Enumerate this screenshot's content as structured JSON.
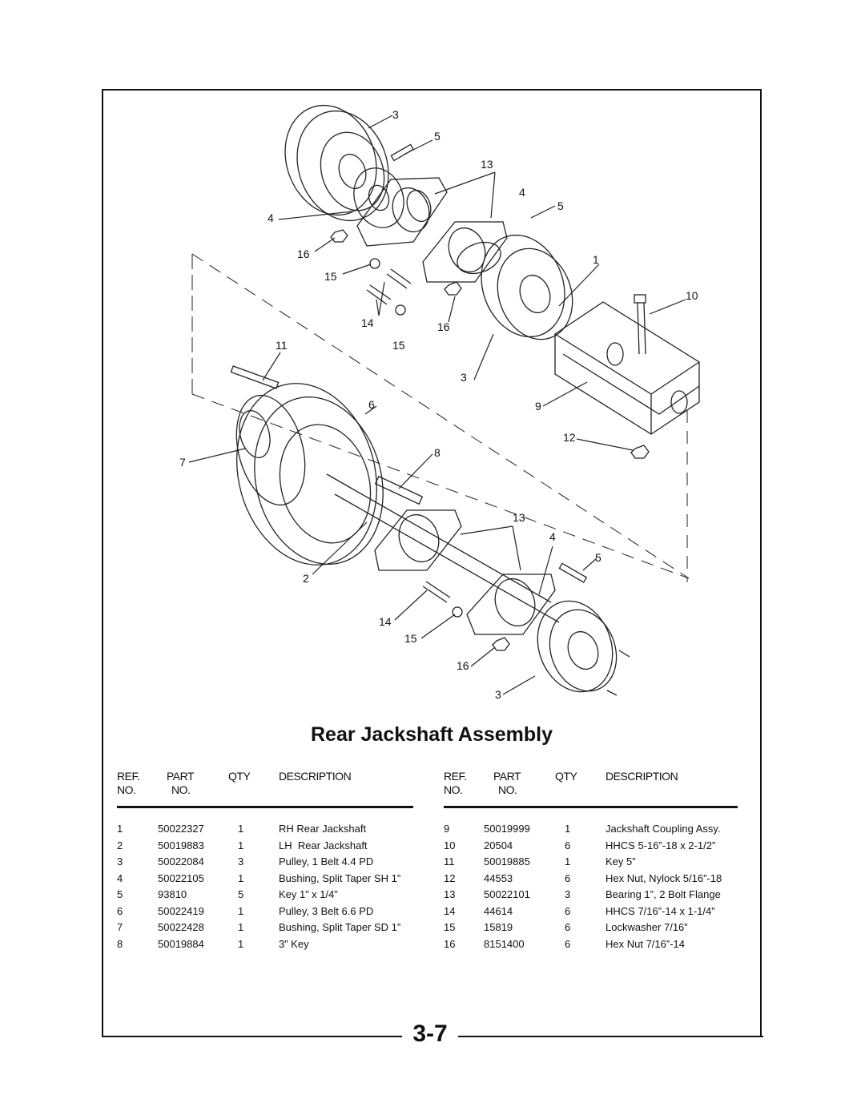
{
  "title": "Rear Jackshaft Assembly",
  "page_number": "3-7",
  "headers": {
    "ref_line1": "REF.",
    "ref_line2": "NO.",
    "part_line1": "PART",
    "part_line2": "NO.",
    "qty": "QTY",
    "description": "DESCRIPTION"
  },
  "parts_left": [
    {
      "ref": "1",
      "part": "50022327",
      "qty": "1",
      "desc": "RH Rear Jackshaft"
    },
    {
      "ref": "2",
      "part": "50019883",
      "qty": "1",
      "desc": "LH  Rear Jackshaft"
    },
    {
      "ref": "3",
      "part": "50022084",
      "qty": "3",
      "desc": "Pulley, 1 Belt 4.4 PD"
    },
    {
      "ref": "4",
      "part": "50022105",
      "qty": "1",
      "desc": "Bushing, Split Taper SH 1”"
    },
    {
      "ref": "5",
      "part": "93810",
      "qty": "5",
      "desc": "Key 1” x 1/4”"
    },
    {
      "ref": "6",
      "part": "50022419",
      "qty": "1",
      "desc": "Pulley, 3 Belt 6.6 PD"
    },
    {
      "ref": "7",
      "part": "50022428",
      "qty": "1",
      "desc": "Bushing, Split Taper SD 1”"
    },
    {
      "ref": "8",
      "part": "50019884",
      "qty": "1",
      "desc": "3” Key"
    }
  ],
  "parts_right": [
    {
      "ref": "9",
      "part": "50019999",
      "qty": "1",
      "desc": "Jackshaft Coupling Assy."
    },
    {
      "ref": "10",
      "part": "20504",
      "qty": "6",
      "desc": "HHCS 5-16”-18 x 2-1/2”"
    },
    {
      "ref": "11",
      "part": "50019885",
      "qty": "1",
      "desc": "Key 5”"
    },
    {
      "ref": "12",
      "part": "44553",
      "qty": "6",
      "desc": "Hex Nut, Nylock 5/16”-18"
    },
    {
      "ref": "13",
      "part": "50022101",
      "qty": "3",
      "desc": "Bearing 1”, 2 Bolt Flange"
    },
    {
      "ref": "14",
      "part": "44614",
      "qty": "6",
      "desc": "HHCS 7/16”-14 x 1-1/4”"
    },
    {
      "ref": "15",
      "part": "15819",
      "qty": "6",
      "desc": "Lockwasher 7/16”"
    },
    {
      "ref": "16",
      "part": "8151400",
      "qty": "6",
      "desc": "Hex Nut 7/16”-14"
    }
  ],
  "callouts": [
    "3",
    "5",
    "13",
    "4",
    "5",
    "4",
    "16",
    "1",
    "15",
    "10",
    "14",
    "16",
    "11",
    "15",
    "3",
    "6",
    "9",
    "12",
    "7",
    "8",
    "13",
    "4",
    "5",
    "2",
    "14",
    "15",
    "16",
    "3"
  ]
}
